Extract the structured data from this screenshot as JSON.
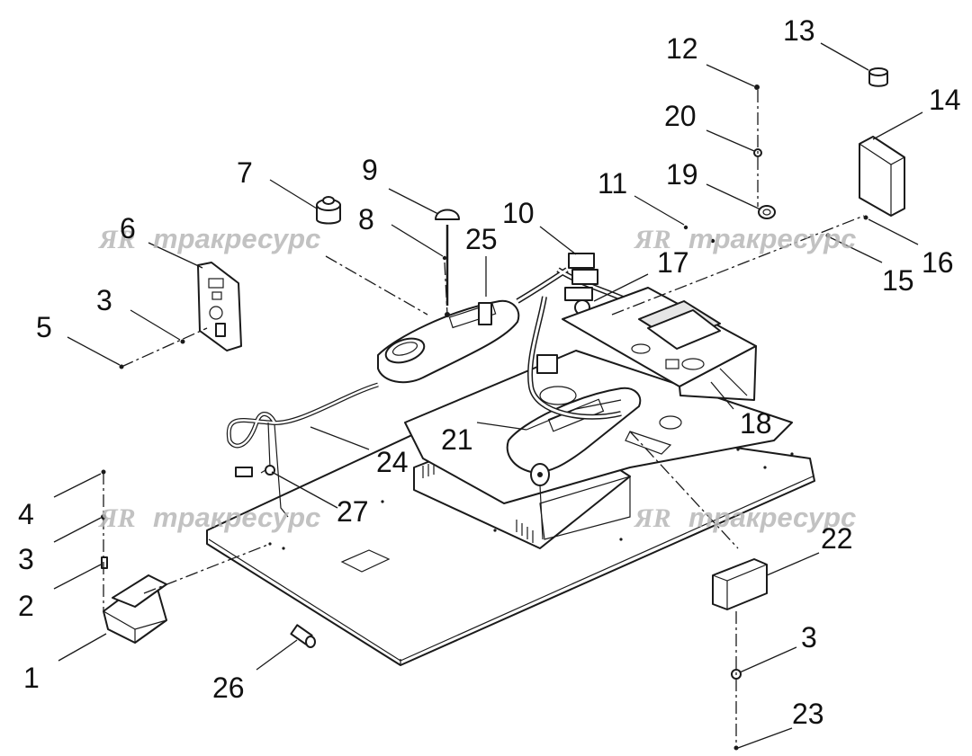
{
  "watermark": {
    "logo": "ЯR",
    "text": "тракресурс"
  },
  "callouts": [
    "1",
    "2",
    "3",
    "4",
    "3",
    "5",
    "6",
    "3",
    "7",
    "8",
    "9",
    "25",
    "10",
    "11",
    "12",
    "20",
    "19",
    "13",
    "14",
    "16",
    "15",
    "17",
    "18",
    "21",
    "24",
    "27",
    "22",
    "3",
    "23",
    "26"
  ]
}
